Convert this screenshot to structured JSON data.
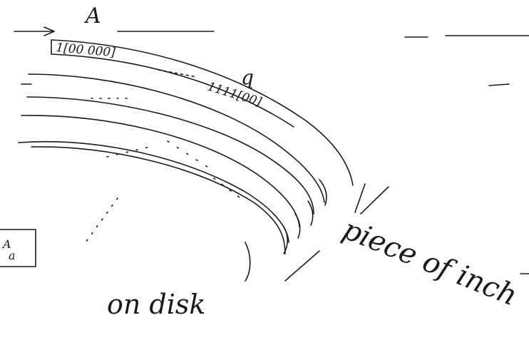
{
  "diagram": {
    "label_top": "A",
    "label_q": "q",
    "bits_outer_1": "1[00 000]",
    "bits_outer_2": "1111[00]",
    "box_label_top": "A",
    "box_label_bottom": "a",
    "caption_left": "on disk",
    "caption_right": "piece of inch"
  }
}
